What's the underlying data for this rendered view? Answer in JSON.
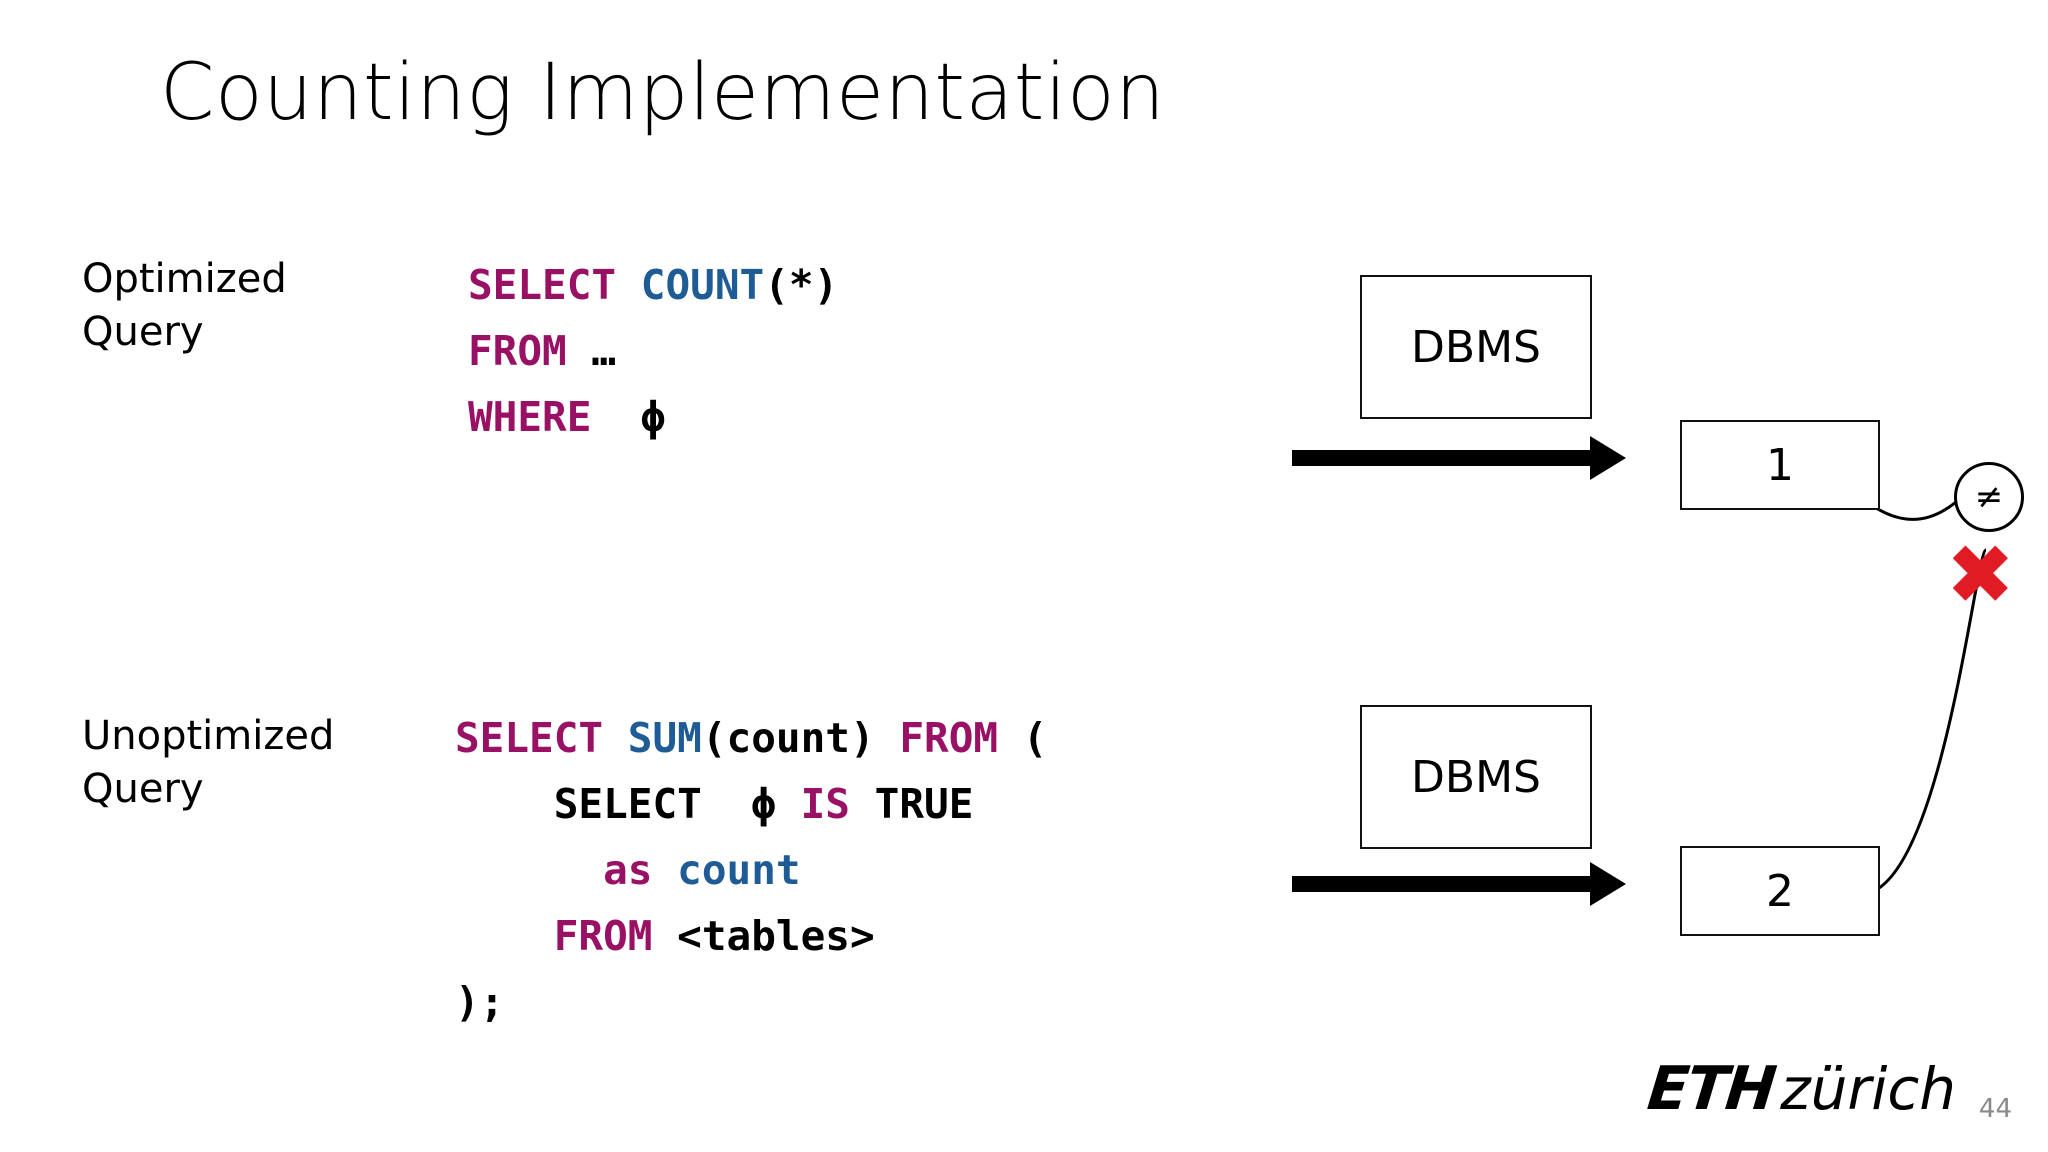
{
  "slide": {
    "title": "Counting Implementation",
    "page_number": "44"
  },
  "left_panel": {
    "optimized_label": "Optimized\nQuery",
    "unoptimized_label": "Unoptimized\nQuery",
    "optimized_query": {
      "lines": [
        [
          {
            "t": "SELECT",
            "c": "kw"
          },
          {
            "t": " ",
            "c": "pl"
          },
          {
            "t": "COUNT",
            "c": "fn"
          },
          {
            "t": "(*)",
            "c": "pl"
          }
        ],
        [
          {
            "t": "FROM",
            "c": "kw"
          },
          {
            "t": " …",
            "c": "pl"
          }
        ],
        [
          {
            "t": "WHERE",
            "c": "kw"
          },
          {
            "t": "  ϕ",
            "c": "pl"
          }
        ]
      ]
    },
    "unoptimized_query": {
      "lines": [
        [
          {
            "t": "SELECT",
            "c": "kw"
          },
          {
            "t": " ",
            "c": "pl"
          },
          {
            "t": "SUM",
            "c": "fn"
          },
          {
            "t": "(count) ",
            "c": "pl"
          },
          {
            "t": "FROM",
            "c": "kw"
          },
          {
            "t": " (",
            "c": "pl"
          }
        ],
        [
          {
            "t": "    SELECT  ϕ ",
            "c": "pl"
          },
          {
            "t": "IS",
            "c": "kw"
          },
          {
            "t": " TRUE",
            "c": "pl"
          }
        ],
        [
          {
            "t": "      ",
            "c": "pl"
          },
          {
            "t": "as",
            "c": "kw"
          },
          {
            "t": " ",
            "c": "pl"
          },
          {
            "t": "count",
            "c": "id"
          }
        ],
        [
          {
            "t": "    ",
            "c": "pl"
          },
          {
            "t": "FROM",
            "c": "kw"
          },
          {
            "t": " <tables>",
            "c": "pl"
          }
        ],
        [
          {
            "t": ");",
            "c": "pl"
          }
        ]
      ]
    }
  },
  "diagram": {
    "dbms_top_label": "DBMS",
    "dbms_bottom_label": "DBMS",
    "result_top_value": "1",
    "result_bottom_value": "2",
    "comparison_symbol": "≠",
    "mismatch_symbol": "✖"
  },
  "branding": {
    "eth_mark": "ETH",
    "eth_word": "zürich"
  },
  "colors": {
    "keyword": "#991164",
    "function": "#1F5C96",
    "plain": "#000000",
    "error": "#E01B24"
  }
}
